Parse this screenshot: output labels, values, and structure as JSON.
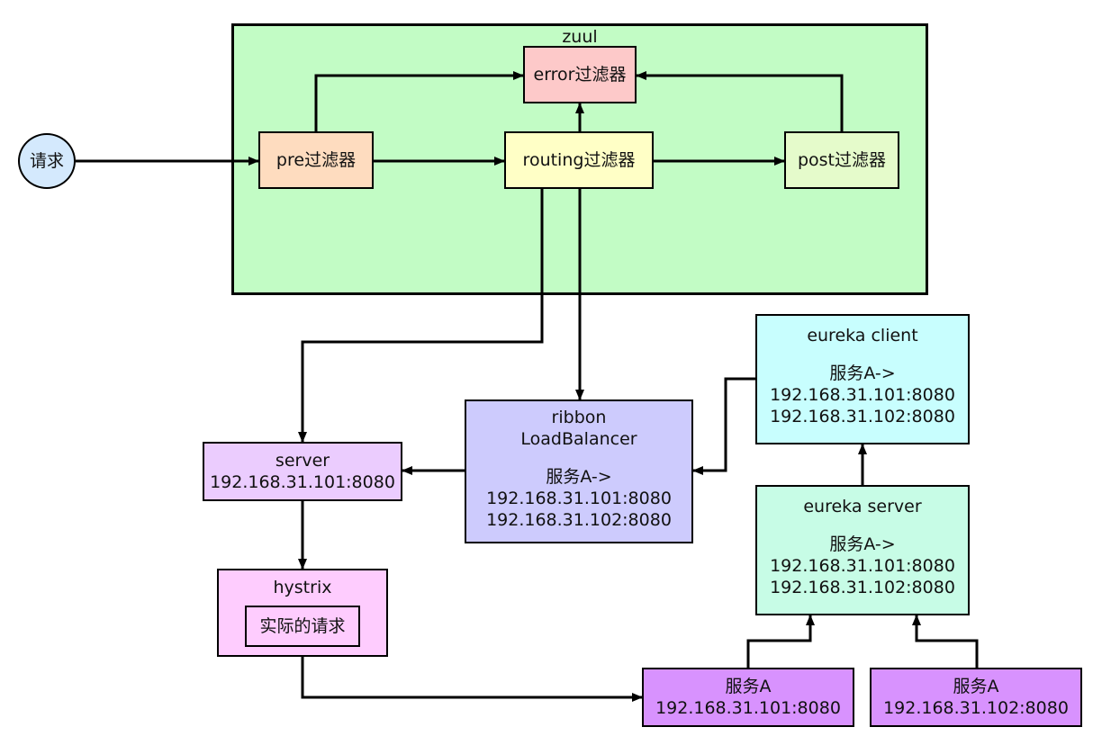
{
  "zuul": {
    "title": "zuul"
  },
  "request": "请求",
  "filters": {
    "error": "error过滤器",
    "pre": "pre过滤器",
    "routing": "routing过滤器",
    "post": "post过滤器"
  },
  "ribbon": {
    "line1": "ribbon",
    "line2": "LoadBalancer",
    "line3": "服务A->",
    "line4": "192.168.31.101:8080",
    "line5": "192.168.31.102:8080"
  },
  "server": {
    "line1": "server",
    "line2": "192.168.31.101:8080"
  },
  "hystrix": {
    "title": "hystrix",
    "inner": "实际的请求"
  },
  "eureka_client": {
    "title": "eureka client",
    "line1": "服务A->",
    "line2": "192.168.31.101:8080",
    "line3": "192.168.31.102:8080"
  },
  "eureka_server": {
    "title": "eureka server",
    "line1": "服务A->",
    "line2": "192.168.31.101:8080",
    "line3": "192.168.31.102:8080"
  },
  "service_a1": {
    "line1": "服务A",
    "line2": "192.168.31.101:8080"
  },
  "service_a2": {
    "line1": "服务A",
    "line2": "192.168.31.102:8080"
  },
  "colors": {
    "zuul_bg": "#c2fcc5",
    "request_bg": "#d4e9fd",
    "error_bg": "#fdc9c9",
    "pre_bg": "#fedcbf",
    "routing_bg": "#ffffc6",
    "post_bg": "#e5fbcb",
    "ribbon_bg": "#cdcbfd",
    "server_bg": "#ebccfe",
    "hystrix_bg": "#feccfe",
    "eureka_client_bg": "#c8fefe",
    "eureka_server_bg": "#c7fce6",
    "service_bg": "#d892fe"
  }
}
